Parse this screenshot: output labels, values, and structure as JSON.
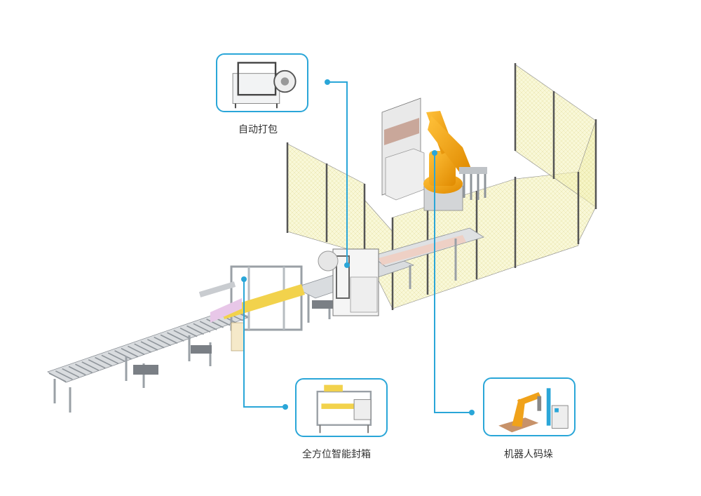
{
  "callouts": {
    "strapping": {
      "label": "自动打包"
    },
    "sealing": {
      "label": "全方位智能封箱"
    },
    "palletizing": {
      "label": "机器人码垛"
    }
  },
  "colors": {
    "accent": "#2aa6d8",
    "robot": "#f0a21a",
    "fence": "#f1f0b0",
    "frame": "#c9ccd0"
  }
}
